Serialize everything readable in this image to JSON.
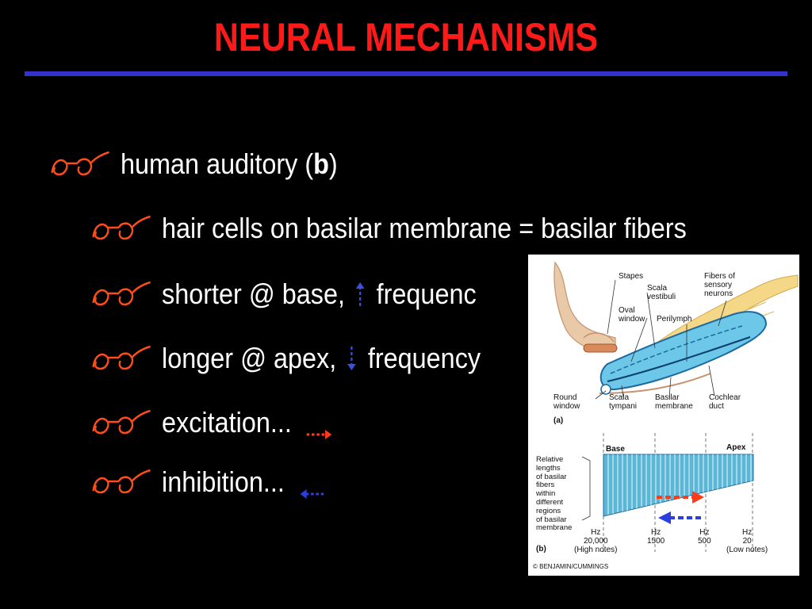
{
  "title": "NEURAL MECHANISMS",
  "colors": {
    "title": "#ff1a1a",
    "rule": "#3333cc",
    "bullet": "#ff4d1a",
    "arrow_up": "#3b4fd8",
    "arrow_down": "#3b4fd8",
    "excitation": "#ff3b1a",
    "inhibition": "#2a3fe0"
  },
  "bullets": [
    {
      "level": 1,
      "pre": "human auditory (",
      "bold": "b",
      "post": ")"
    },
    {
      "level": 2,
      "text": "hair cells on basilar membrane = basilar fibers"
    },
    {
      "level": 2,
      "pre": "shorter @ base, ",
      "arrow": "up-arrow",
      "post": " frequenc"
    },
    {
      "level": 2,
      "pre": "longer @ apex, ",
      "arrow": "down-arrow",
      "post": " frequency"
    },
    {
      "level": 2,
      "text": "excitation...",
      "arrow": "right-dotted-arrow"
    },
    {
      "level": 2,
      "text": "inhibition...",
      "arrow": "left-dotted-arrow"
    }
  ],
  "figure": {
    "labels": {
      "stapes": "Stapes",
      "scala_vestibuli": "Scala\nvestibuli",
      "fibers": "Fibers of\nsensory\nneurons",
      "oval_window": "Oval\nwindow",
      "perilymph": "Perilymph",
      "round_window": "Round\nwindow",
      "scala_tympani": "Scala\ntympani",
      "basilar_membrane": "Basilar\nmembrane",
      "cochlear_duct": "Cochlear\nduct",
      "panel_a": "(a)",
      "base": "Base",
      "apex": "Apex",
      "relative_lengths": "Relative\nlengths\nof basilar\nfibers\nwithin\ndifferent\nregions\nof basilar\nmembrane",
      "hz_20000": "Hz\n20,000\n(High notes)",
      "hz_1500": "Hz\n1500",
      "hz_500": "Hz\n500",
      "hz_20": "Hz\n20\n(Low notes)",
      "panel_b": "(b)",
      "copyright": "© BENJAMIN/CUMMINGS"
    }
  }
}
